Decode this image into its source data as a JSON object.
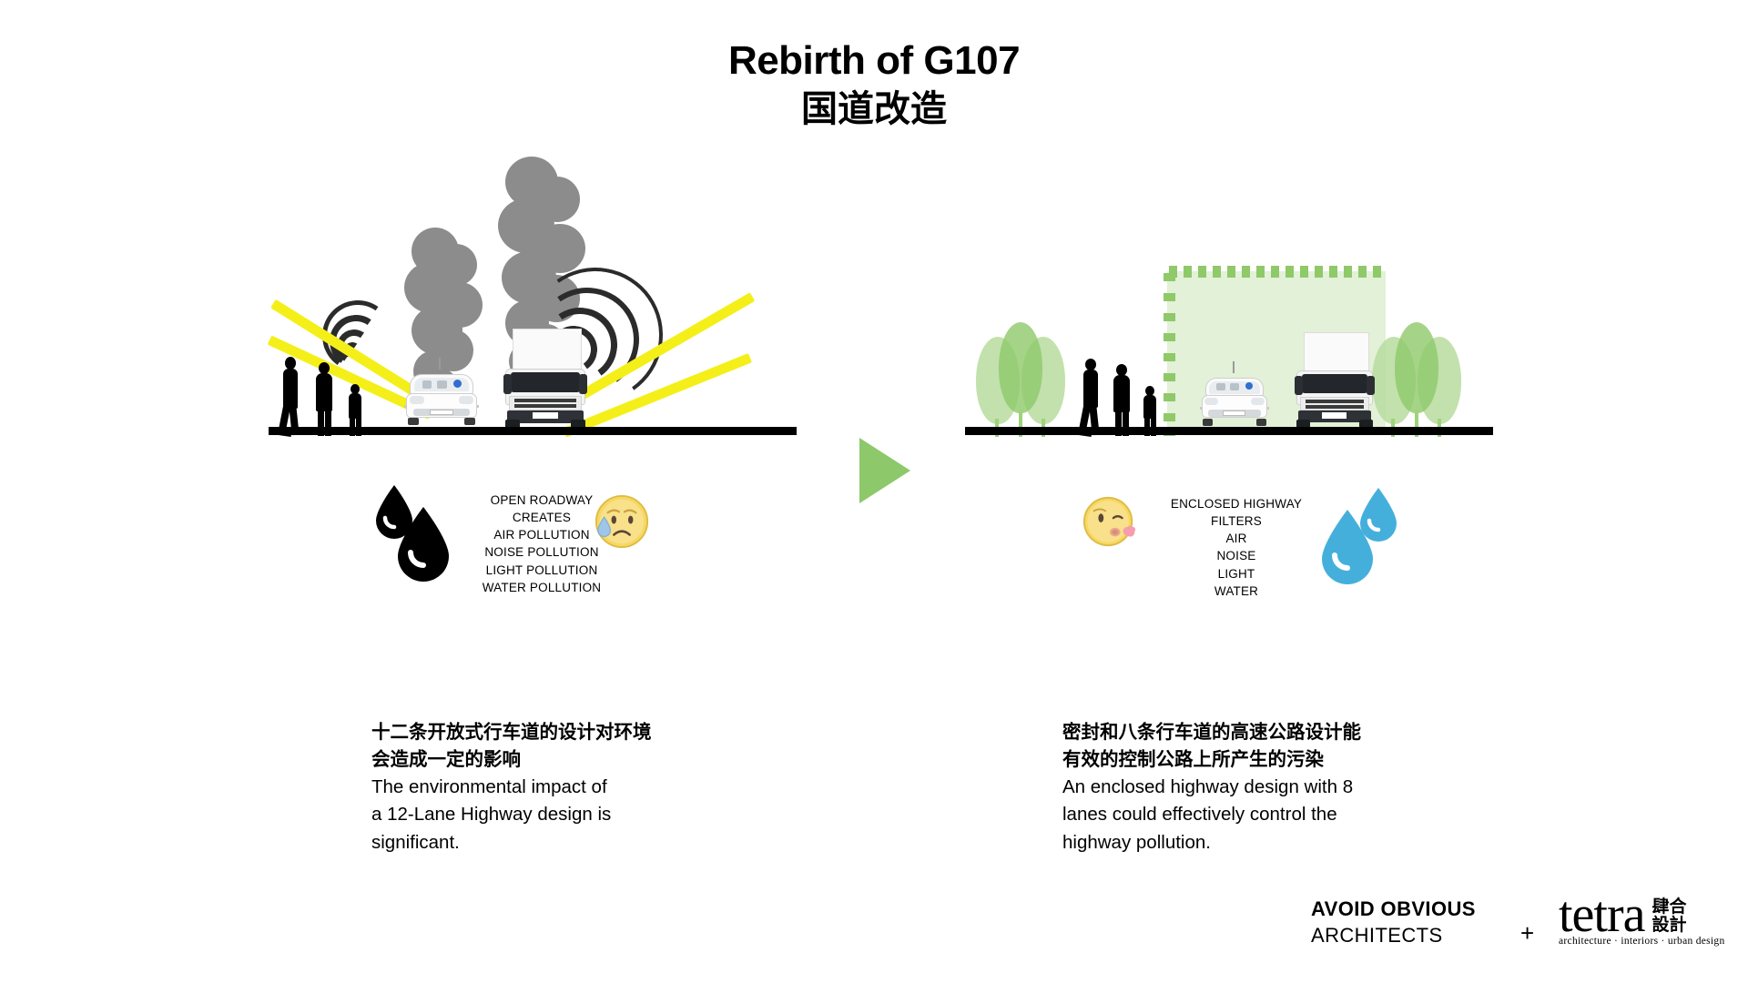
{
  "title": {
    "english": "Rebirth of G107",
    "chinese": "国道改造"
  },
  "scenes": {
    "left": {
      "name": "open-roadway-scene",
      "label_lines": [
        "OPEN ROADWAY",
        "CREATES",
        "AIR POLLUTION",
        "NOISE POLLUTION",
        "LIGHT POLLUTION",
        "WATER POLLUTION"
      ],
      "emoji": "sad-relieved-face",
      "drop_color": "#000000",
      "smoke_color": "#8c8c8c",
      "ray_color": "#f4ef18",
      "caption": {
        "zh_line1": "十二条开放式行车道的设计对环境",
        "zh_line2": "会造成一定的影响",
        "en_line1": "The environmental impact of",
        "en_line2": "a 12-Lane Highway design is",
        "en_line3": "significant."
      }
    },
    "right": {
      "name": "enclosed-highway-scene",
      "label_lines": [
        "ENCLOSED HIGHWAY",
        "FILTERS",
        "AIR",
        "NOISE",
        "LIGHT",
        "WATER"
      ],
      "emoji": "face-blowing-a-kiss",
      "drop_color": "#45afdc",
      "enclosure_color": "#8fc96a",
      "tree_color": "#8fc96a",
      "caption": {
        "zh_line1": "密封和八条行车道的高速公路设计能",
        "zh_line2": "有效的控制公路上所产生的污染",
        "en_line1": "An enclosed highway design with 8",
        "en_line2": "lanes could effectively control the",
        "en_line3": "highway pollution."
      }
    }
  },
  "arrow": {
    "name": "transition-arrow",
    "color": "#8dc86a",
    "direction": "right"
  },
  "logos": {
    "avoid_obvious": {
      "line1": "AVOID OBVIOUS",
      "line2": "ARCHITECTS"
    },
    "separator": "+",
    "tetra": {
      "word": "tetra",
      "cjk": "肆合設計",
      "tagline": "architecture · interiors · urban design"
    }
  }
}
